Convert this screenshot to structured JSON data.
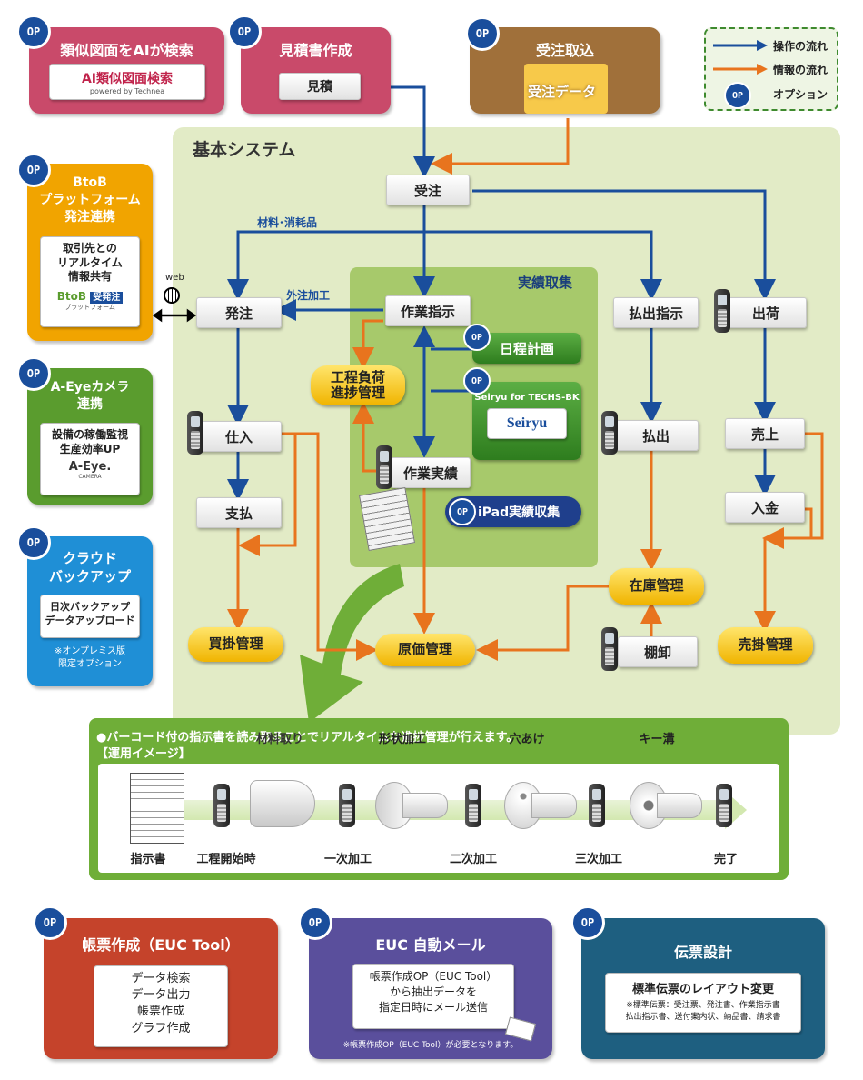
{
  "op_badge": "OP",
  "legend": {
    "items": [
      {
        "label": "操作の流れ",
        "color": "#1a4e9c"
      },
      {
        "label": "情報の流れ",
        "color": "#e8741e"
      },
      {
        "label": "オプション",
        "icon": "op-badge"
      }
    ]
  },
  "top_options": {
    "ai_search": {
      "title": "類似図面をAIが検索",
      "logo": "AI類似図面検索",
      "logo_sub": "powered by Technea",
      "color": "#c94a6a"
    },
    "estimate": {
      "title": "見積書作成",
      "box": "見積",
      "color": "#c94a6a"
    },
    "order_import": {
      "title": "受注取込",
      "box": "受注データ",
      "color": "#a0703a"
    }
  },
  "left_options": {
    "btob": {
      "title": "BtoB\nプラットフォーム\n発注連携",
      "body": "取引先との\nリアルタイム\n情報共有",
      "logo_a": "BtoB",
      "logo_b": "受発注",
      "logo_small": "プラットフォーム",
      "color": "#f1a400"
    },
    "aeye": {
      "title": "A-Eyeカメラ\n連携",
      "body": "設備の稼働監視\n生産効率UP",
      "logo": "A-Eye.",
      "logo_sub": "CAMERA",
      "color": "#5a9c2e"
    },
    "cloud": {
      "title": "クラウド\nバックアップ",
      "body": "日次バックアップ\nデータアップロード",
      "note": "※オンプレミス版\n限定オプション",
      "color": "#1f8fd6"
    }
  },
  "web_label": "web",
  "system": {
    "title": "基本システム",
    "subsystem_title": "実績取集",
    "nodes": {
      "juchu": "受注",
      "hatchu": "発注",
      "sagyo_shiji": "作業指示",
      "haraidashi_shiji": "払出指示",
      "shukka": "出荷",
      "shiire": "仕入",
      "shiharai": "支払",
      "sagyo_jisseki": "作業実績",
      "haraidashi": "払出",
      "uriage": "売上",
      "nyukin": "入金",
      "tanaoroshi": "棚卸"
    },
    "yellow": {
      "kotei": "工程負荷\n進捗管理",
      "kaikake": "買掛管理",
      "genka": "原価管理",
      "zaiko": "在庫管理",
      "urikake": "売掛管理"
    },
    "green": {
      "nittei": "日程計画",
      "seiryu_title": "Seiryu for TECHS-BK",
      "seiryu_logo": "Seiryu",
      "ipad": "iPad実績収集"
    },
    "labels": {
      "zairyo": "材料･消耗品",
      "gaichu": "外注加工"
    }
  },
  "process": {
    "headline": "●バーコード付の指示書を読み取ることでリアルタイムな進捗管理が行えます。",
    "subhead": "【運用イメージ】",
    "top_labels": [
      "材料取り",
      "形状加工",
      "穴あけ",
      "キー溝"
    ],
    "bottom_labels": [
      "指示書",
      "工程開始時",
      "一次加工",
      "二次加工",
      "三次加工",
      "完了"
    ]
  },
  "bottom_options": {
    "euc_tool": {
      "title": "帳票作成（EUC Tool）",
      "body": "データ検索\nデータ出力\n帳票作成\nグラフ作成",
      "color": "#c5432b"
    },
    "euc_mail": {
      "title": "EUC 自動メール",
      "body": "帳票作成OP（EUC Tool）\nから抽出データを\n指定日時にメール送信",
      "note": "※帳票作成OP（EUC Tool）が必要となります。",
      "color": "#5a4f9c"
    },
    "denpyo": {
      "title": "伝票設計",
      "body": "標準伝票のレイアウト変更",
      "note": "※標準伝票：受注票、発注書、作業指示書\n払出指示書、送付案内状、納品書、請求書",
      "color": "#1e5f80"
    }
  }
}
